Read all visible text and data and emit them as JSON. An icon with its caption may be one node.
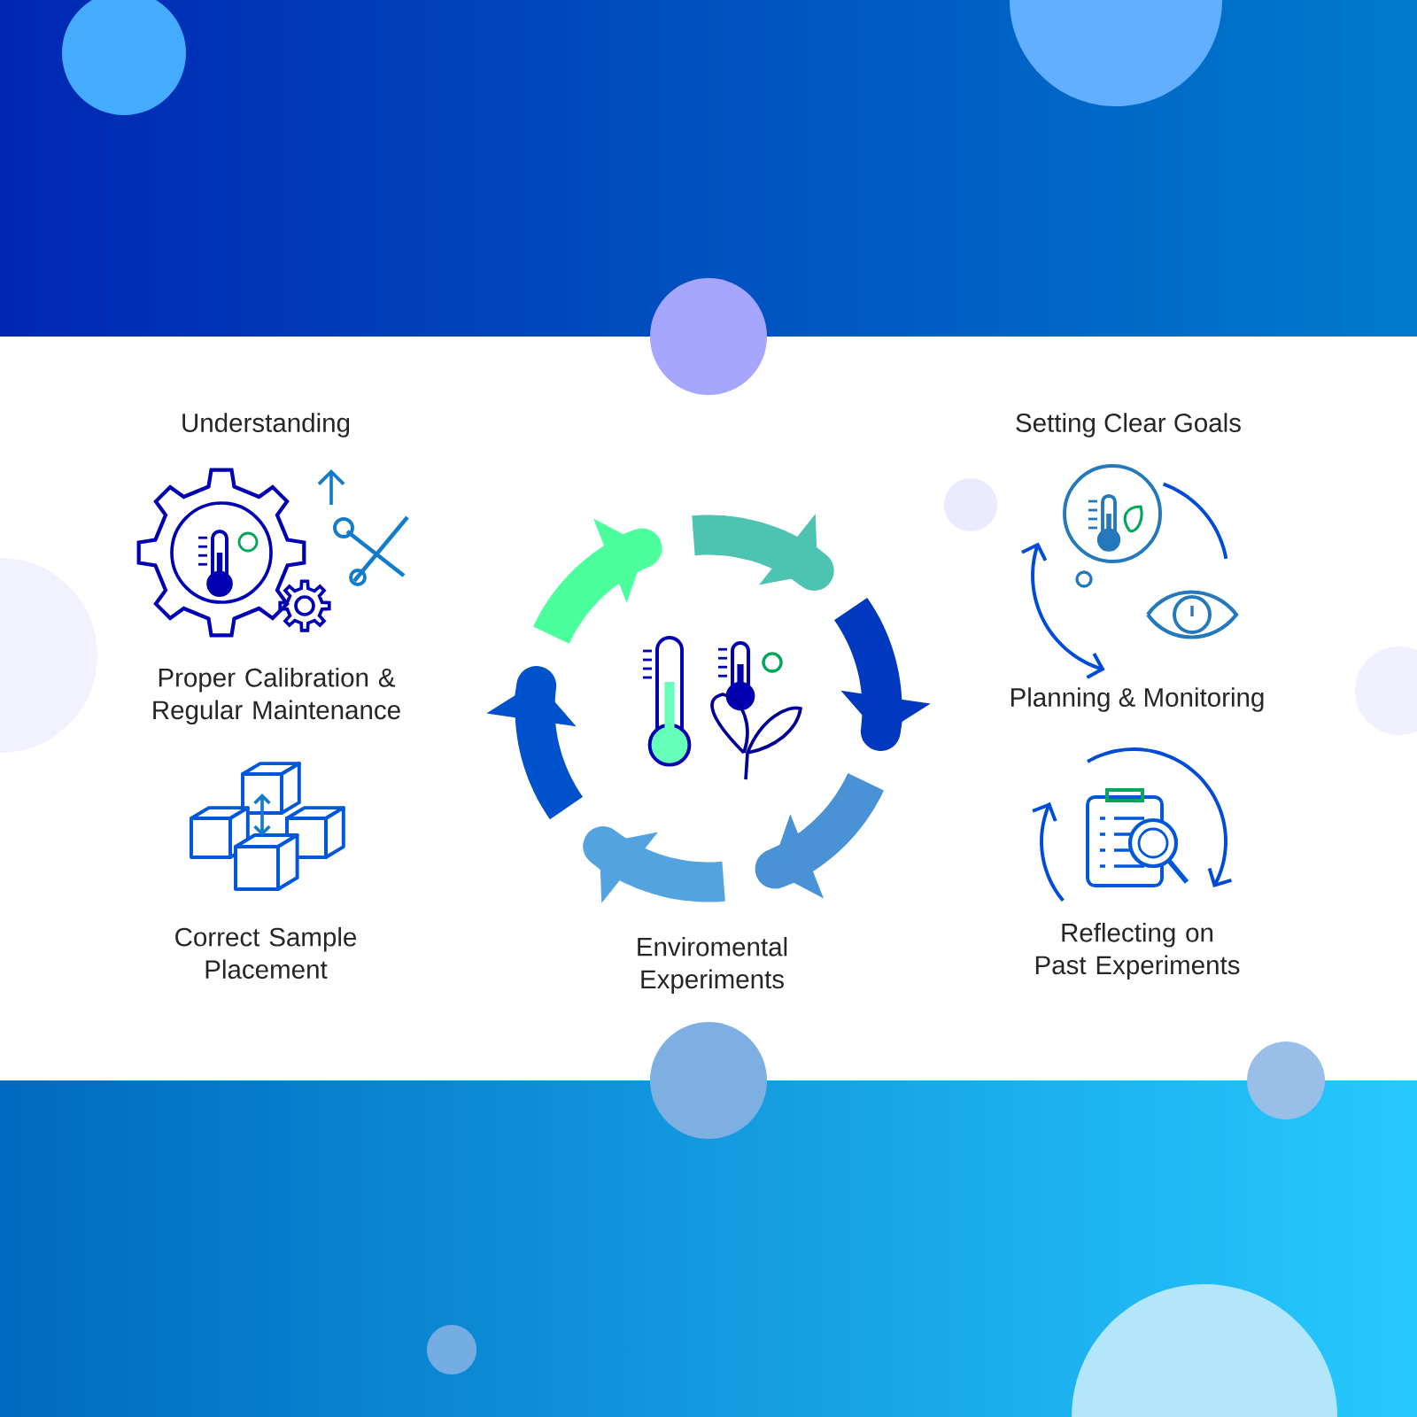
{
  "diagram": {
    "labels": [
      "Understanding",
      "Setting Clear Goals",
      "Proper Calibration & Regular Maintenance",
      "Planning & Monitoring",
      "Correct Sample Placement",
      "Enviromental Experiments",
      "Reflecting on Past Experiments"
    ]
  }
}
